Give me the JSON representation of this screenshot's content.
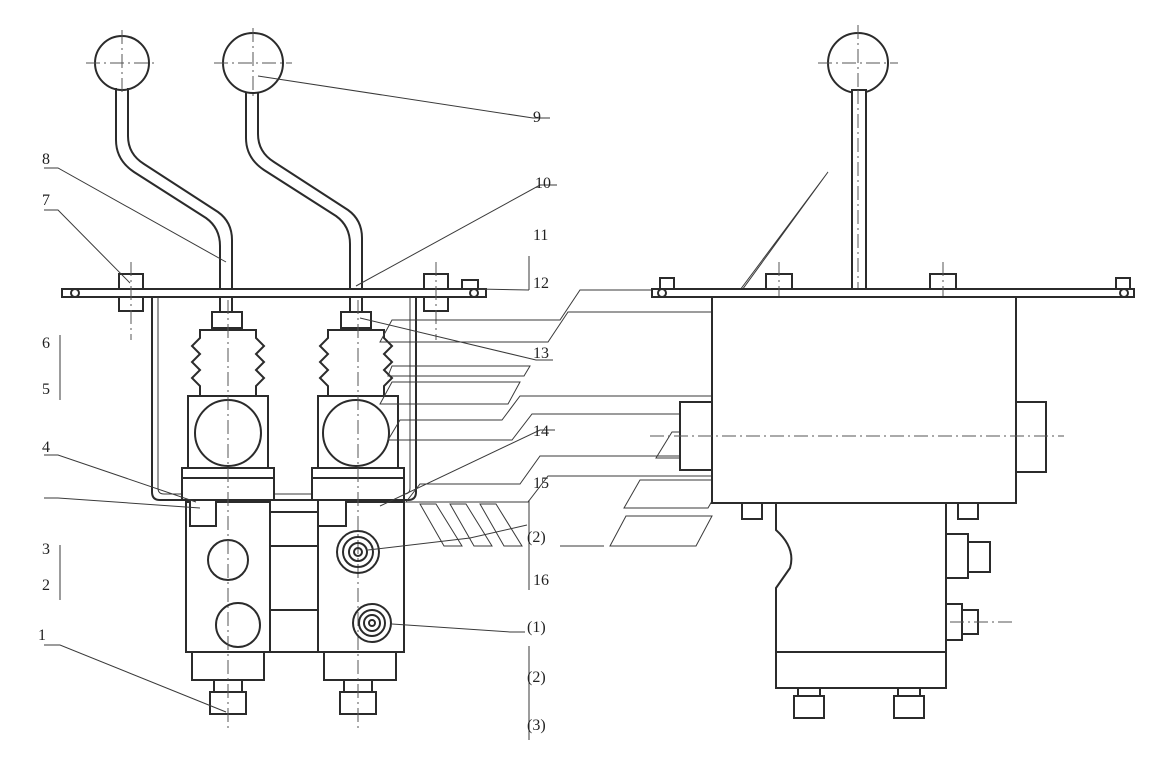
{
  "labels": {
    "l1": "1",
    "l2": "2",
    "l3": "3",
    "l4": "4",
    "l5": "5",
    "l6": "6",
    "l7": "7",
    "l8": "8",
    "l9": "9",
    "l10": "10",
    "l11": "11",
    "l12": "12",
    "l13": "13",
    "l14": "14",
    "l15": "15",
    "l16": "16",
    "p2a": "(2)",
    "p1": "(1)",
    "p2b": "(2)",
    "p3": "(3)"
  }
}
